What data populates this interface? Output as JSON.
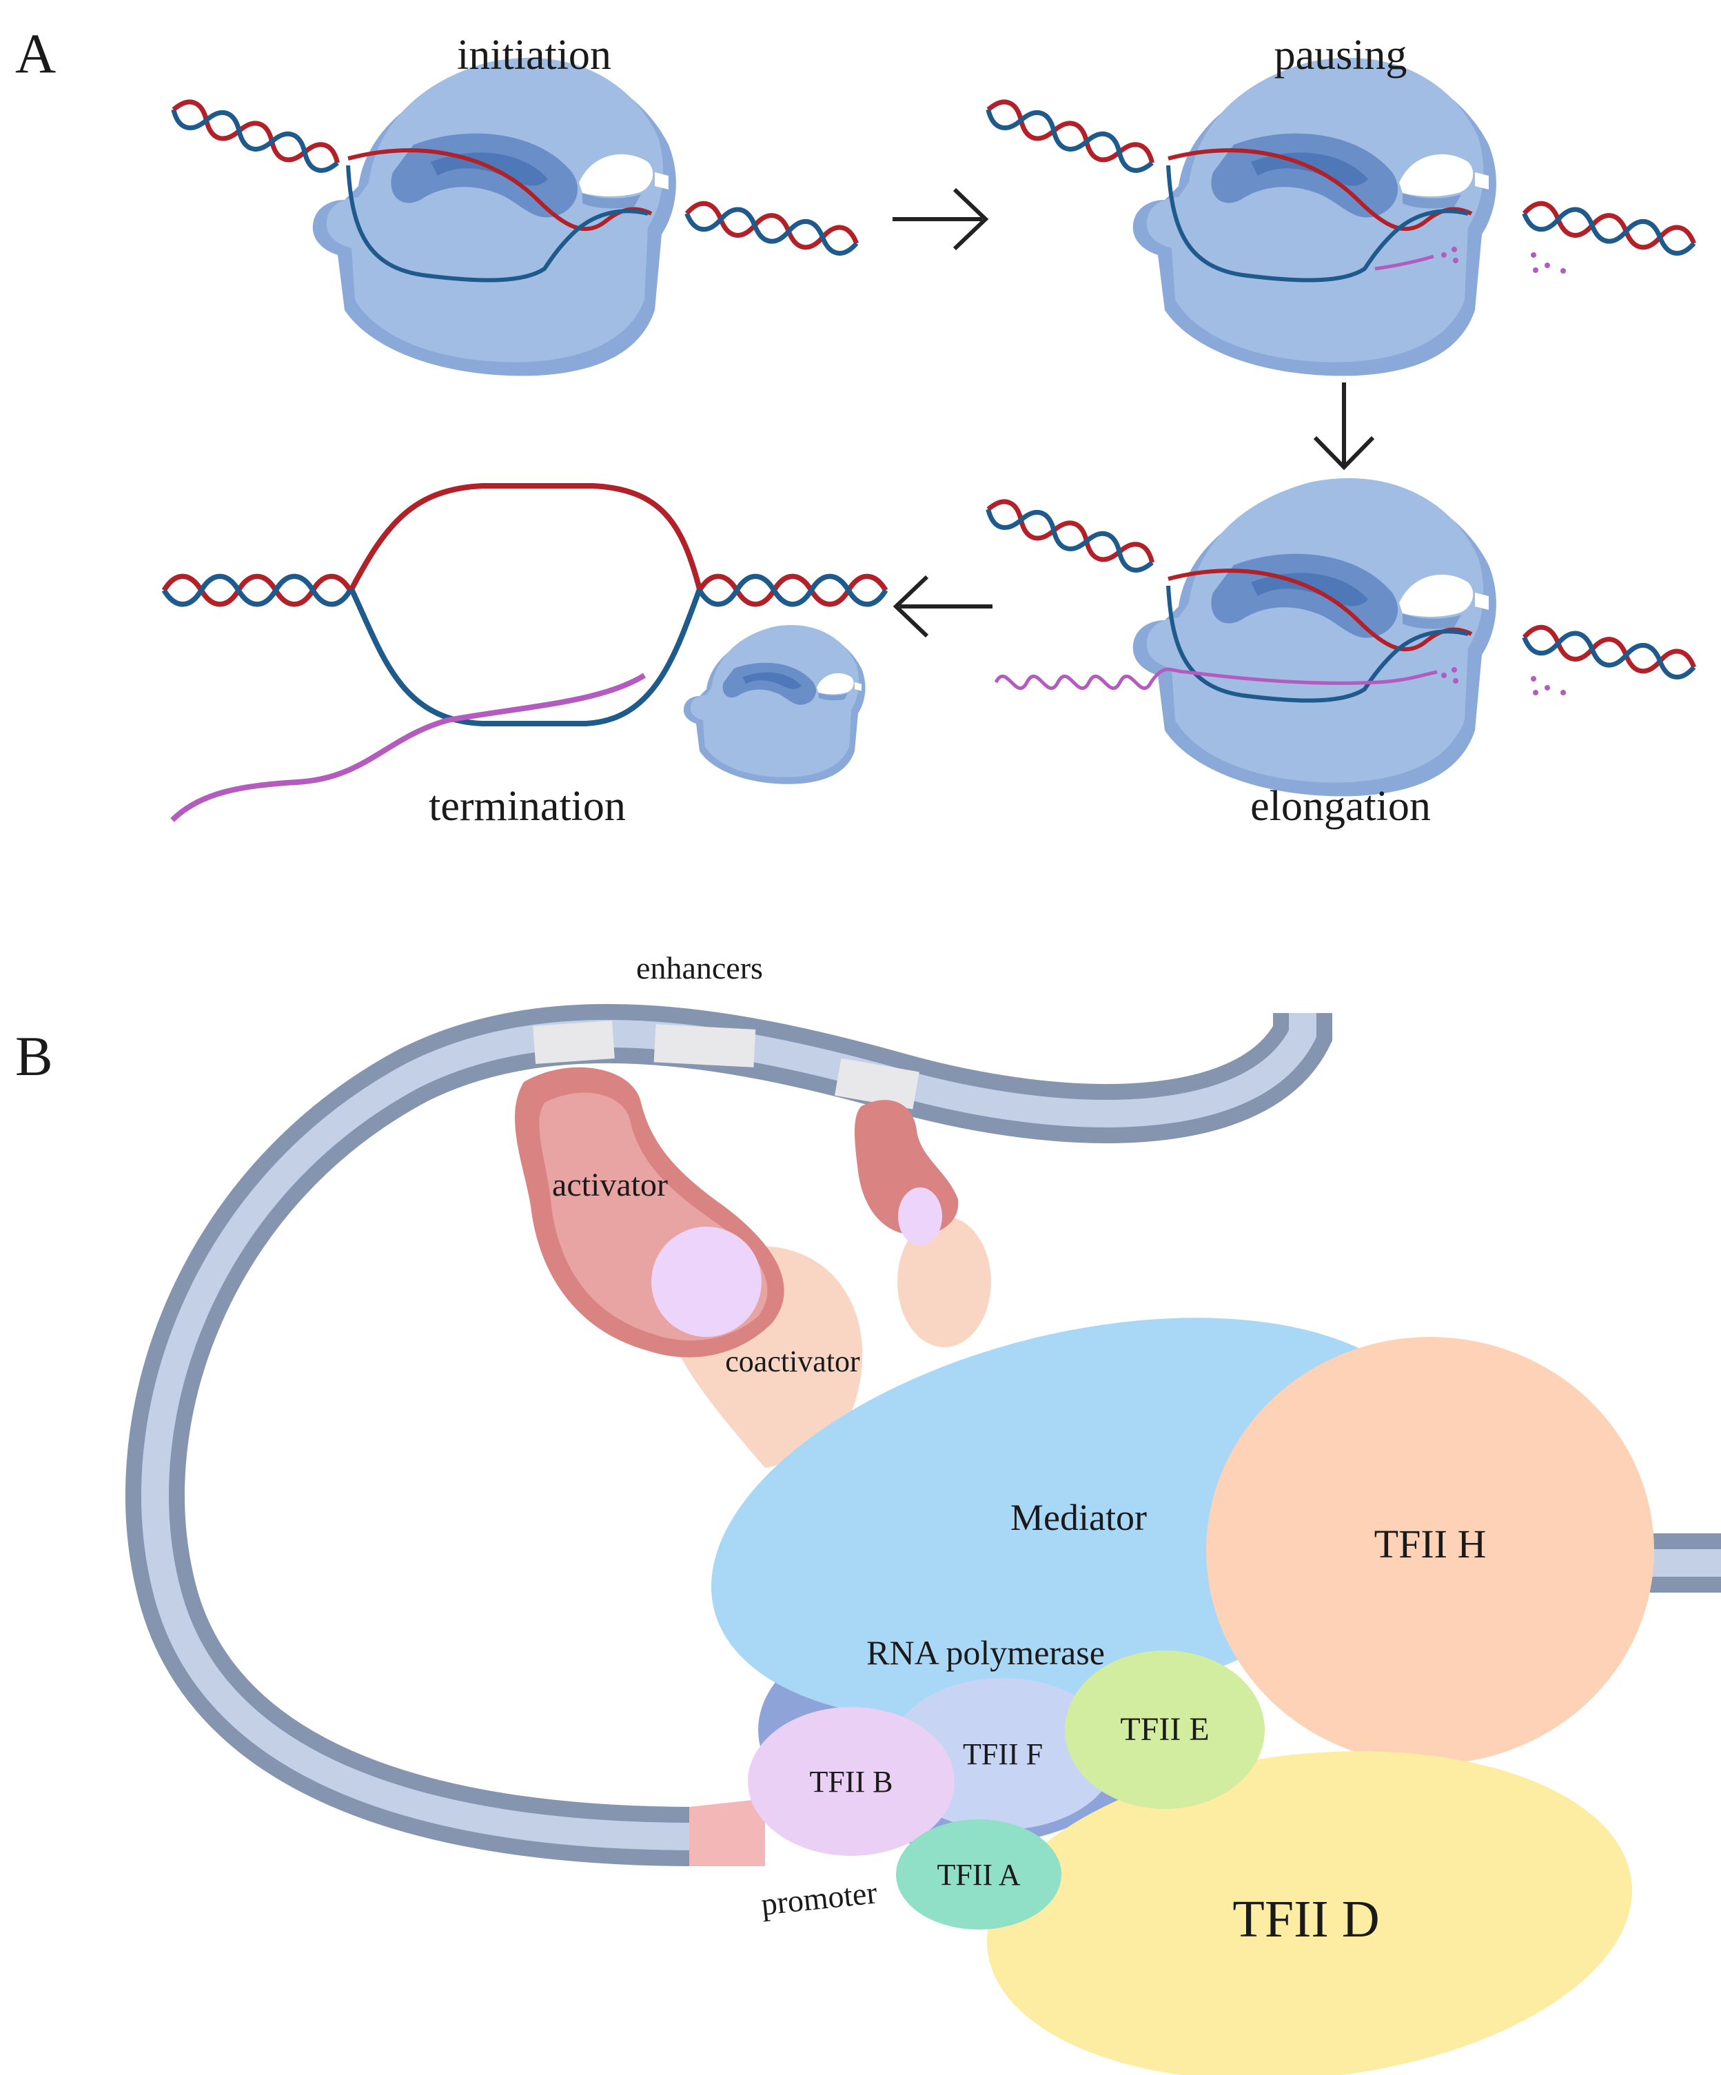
{
  "panel_a": {
    "letter": "A",
    "stages": {
      "initiation": "initiation",
      "pausing": "pausing",
      "elongation": "elongation",
      "termination": "termination"
    }
  },
  "panel_b": {
    "letter": "B",
    "labels": {
      "enhancers": "enhancers",
      "activator": "activator",
      "coactivator": "coactivator",
      "mediator": "Mediator",
      "rna_polymerase": "RNA polymerase",
      "tfii_h": "TFII H",
      "tfii_e": "TFII E",
      "tfii_f": "TFII F",
      "tfii_b": "TFII B",
      "tfii_a": "TFII A",
      "tfii_d": "TFII D",
      "promoter": "promoter"
    }
  },
  "colors": {
    "dna_red": "#b22028",
    "dna_blue": "#1f5a8c",
    "rna_magenta": "#b35bbf",
    "polymerase_blue": "#9db7df",
    "dna_tube": "#8a9bb5",
    "activator": "#e09a98",
    "coactivator": "#f9d6c4",
    "mediator": "#a9d8f6",
    "tfii_h": "#fdd2b6",
    "tfii_d": "#fdeda2",
    "tfii_e": "#d2eda0",
    "tfii_b": "#ebd0f6",
    "tfii_a": "#8fe0c6",
    "tfii_f": "#c7d4f4"
  }
}
